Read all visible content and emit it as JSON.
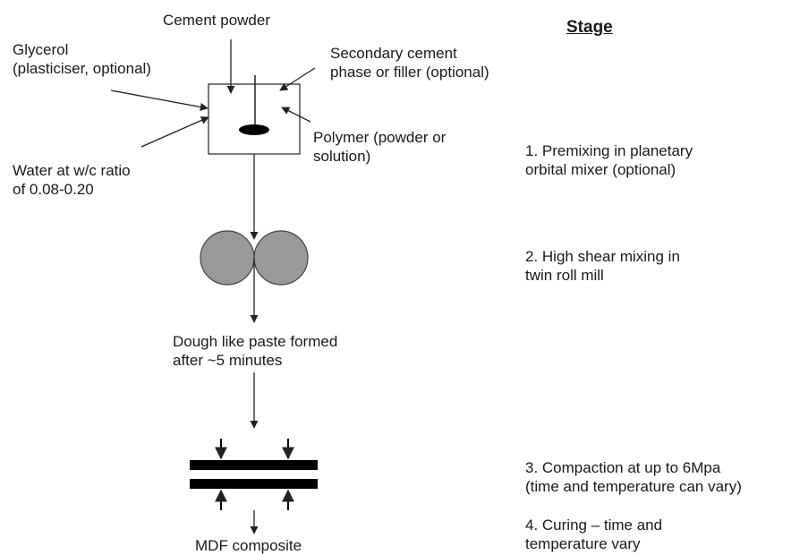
{
  "inputs": {
    "cement": "Cement powder",
    "glycerol": [
      "Glycerol",
      "(plasticiser, optional)"
    ],
    "secondary": [
      "Secondary cement",
      "phase or filler (optional)"
    ],
    "polymer": [
      "Polymer (powder or",
      "solution)"
    ],
    "water": [
      "Water at w/c ratio",
      "of 0.08-0.20"
    ]
  },
  "intermediates": {
    "dough": [
      "Dough like paste formed",
      "after ~5 minutes"
    ],
    "product": "MDF composite"
  },
  "stage_header": "Stage",
  "stages": [
    [
      "1. Premixing in planetary",
      "orbital mixer (optional)"
    ],
    [
      "2. High shear mixing in",
      "twin roll mill"
    ],
    [
      "3. Compaction at up to 6Mpa",
      "(time and temperature can vary)"
    ],
    [
      "4. Curing – time and",
      "temperature vary"
    ]
  ]
}
